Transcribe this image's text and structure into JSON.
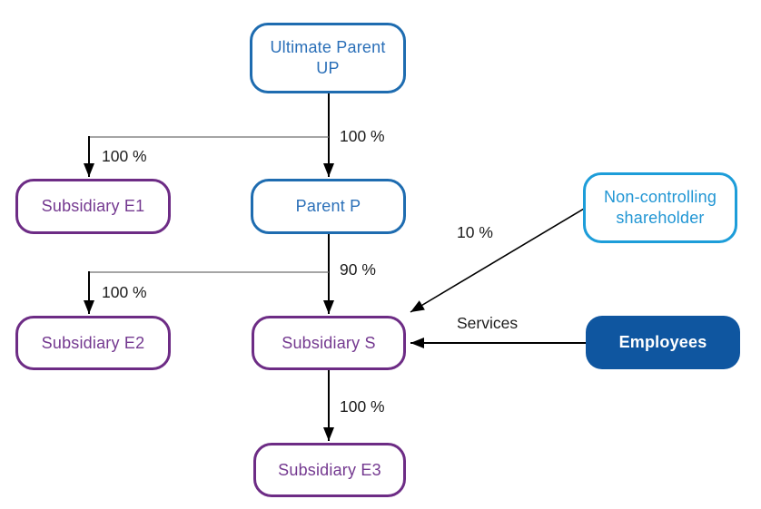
{
  "diagram": {
    "type": "org-structure-diagram",
    "background": "#ffffff",
    "colors": {
      "blue_outline": "#1e6cb0",
      "light_blue_outline": "#1d9dd9",
      "purple_outline": "#6d2c85",
      "navy_fill": "#0f56a0",
      "arrow": "#000000",
      "label_text": "#1c1c1c"
    }
  },
  "nodes": {
    "ultimate_parent": {
      "line1": "Ultimate Parent",
      "line2": "UP",
      "style": "blue-outline"
    },
    "subsidiary_e1": {
      "line1": "Subsidiary E1",
      "style": "purple-outline"
    },
    "parent_p": {
      "line1": "Parent P",
      "style": "blue-outline"
    },
    "noncontrolling": {
      "line1": "Non-controlling",
      "line2": "shareholder",
      "style": "lightblue-outline"
    },
    "subsidiary_e2": {
      "line1": "Subsidiary E2",
      "style": "purple-outline"
    },
    "subsidiary_s": {
      "line1": "Subsidiary S",
      "style": "purple-outline"
    },
    "employees": {
      "line1": "Employees",
      "style": "navy-fill"
    },
    "subsidiary_e3": {
      "line1": "Subsidiary E3",
      "style": "purple-outline"
    }
  },
  "edges": {
    "up_to_p": {
      "from": "ultimate_parent",
      "to": "parent_p",
      "label": "100 %"
    },
    "up_to_e1": {
      "from": "ultimate_parent",
      "to": "subsidiary_e1",
      "label": "100 %"
    },
    "p_to_s": {
      "from": "parent_p",
      "to": "subsidiary_s",
      "label": "90 %"
    },
    "p_to_e2": {
      "from": "parent_p",
      "to": "subsidiary_e2",
      "label": "100 %"
    },
    "ncs_to_s": {
      "from": "noncontrolling",
      "to": "subsidiary_s",
      "label": "10 %"
    },
    "emp_to_s": {
      "from": "employees",
      "to": "subsidiary_s",
      "label": "Services"
    },
    "s_to_e3": {
      "from": "subsidiary_s",
      "to": "subsidiary_e3",
      "label": "100 %"
    }
  }
}
